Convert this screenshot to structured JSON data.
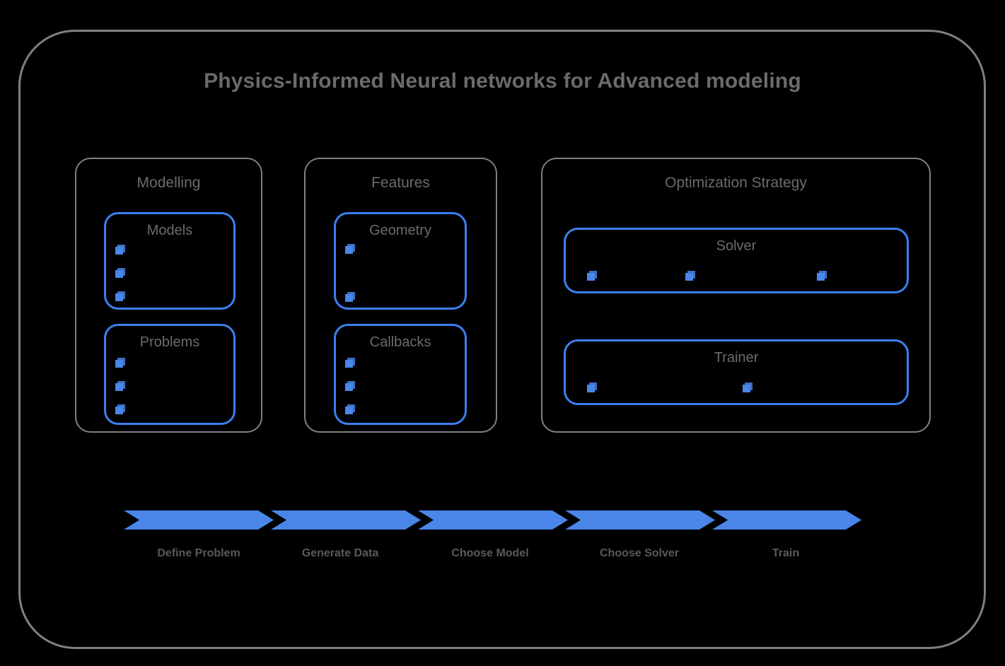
{
  "title": "Physics-Informed Neural networks for Advanced modeling",
  "colors": {
    "background": "#000000",
    "frame_border": "#808080",
    "group_border": "#808080",
    "inner_border": "#3d7ff0",
    "accent_blue": "#4a86e8",
    "cube_shadow": "#3b6fc4",
    "text_gray": "#6b6b6b",
    "label_gray": "#5a5a5a"
  },
  "groups": [
    {
      "id": "modelling",
      "label": "Modelling",
      "boxes": [
        {
          "id": "models",
          "label": "Models",
          "item_count": 3
        },
        {
          "id": "problems",
          "label": "Problems",
          "item_count": 3
        }
      ]
    },
    {
      "id": "features",
      "label": "Features",
      "boxes": [
        {
          "id": "geometry",
          "label": "Geometry",
          "item_count": 2
        },
        {
          "id": "callbacks",
          "label": "Callbacks",
          "item_count": 3
        }
      ]
    },
    {
      "id": "optimization",
      "label": "Optimization Strategy",
      "boxes": [
        {
          "id": "solver",
          "label": "Solver",
          "item_count": 3
        },
        {
          "id": "trainer",
          "label": "Trainer",
          "item_count": 2
        }
      ]
    }
  ],
  "pipeline": {
    "steps": [
      {
        "label": "Define Problem"
      },
      {
        "label": "Generate Data"
      },
      {
        "label": "Choose Model"
      },
      {
        "label": "Choose Solver"
      },
      {
        "label": "Train"
      }
    ]
  },
  "icons": {
    "item_marker": "cube-icon"
  }
}
